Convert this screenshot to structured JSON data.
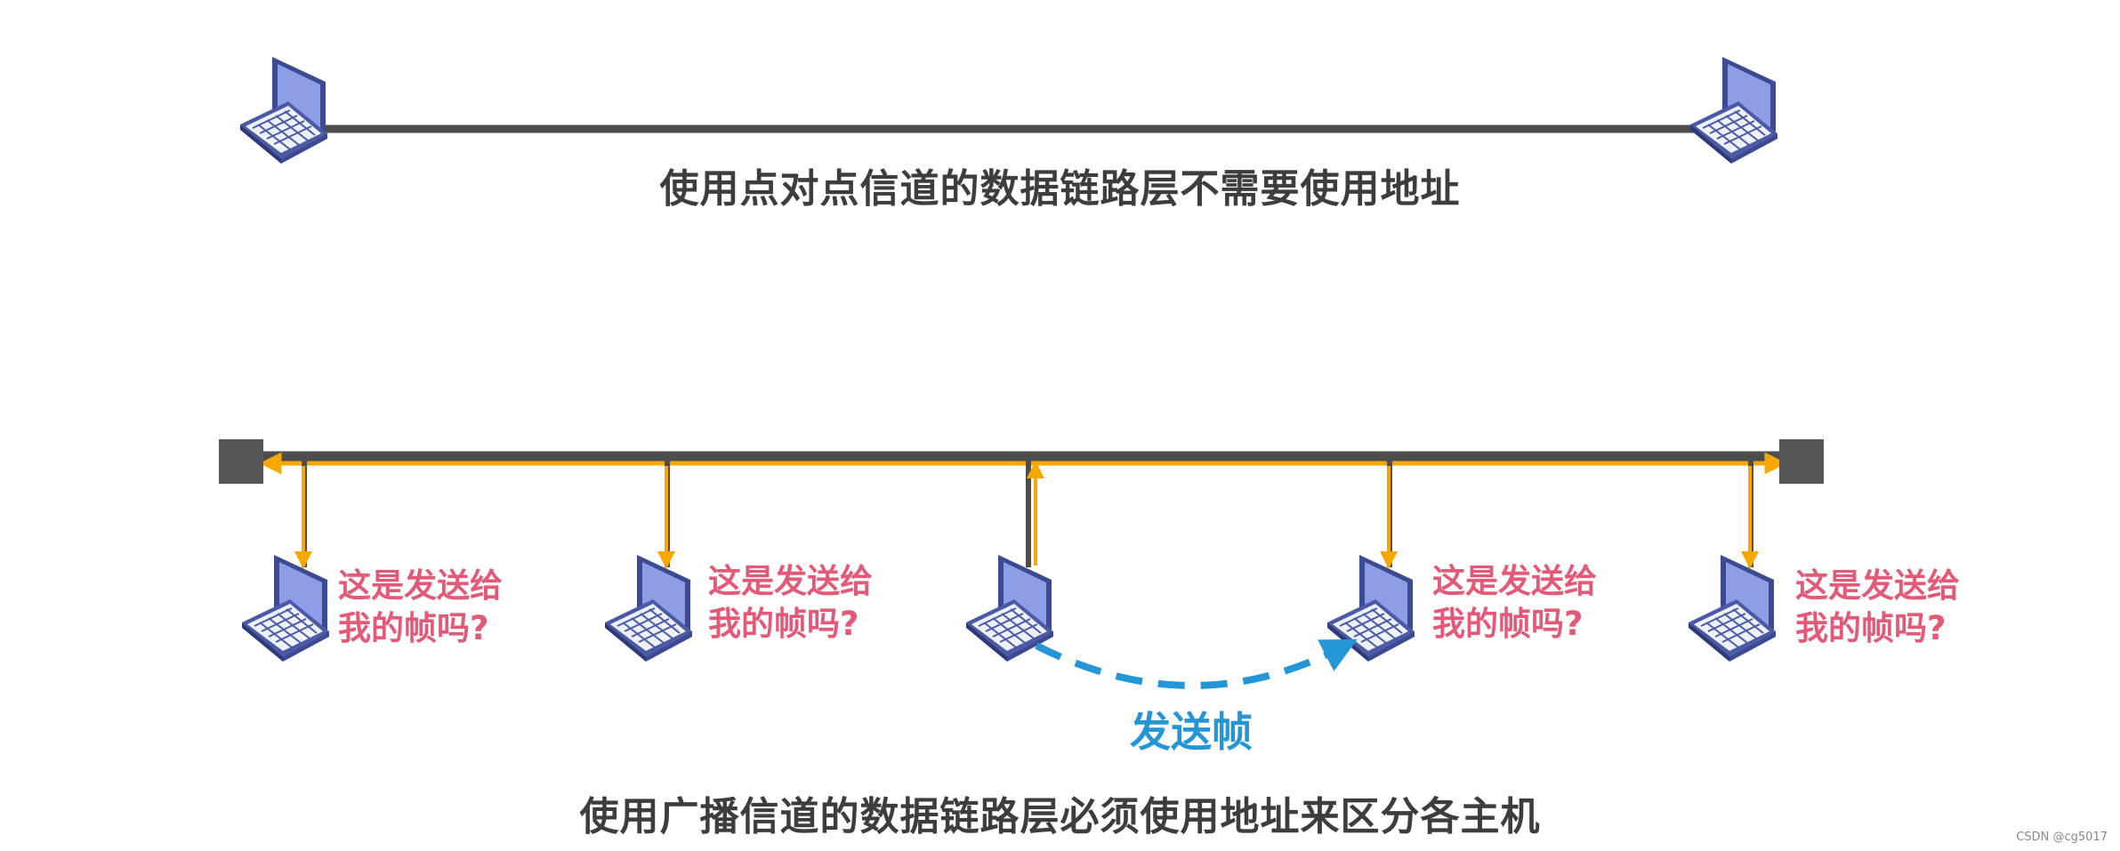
{
  "top": {
    "caption": "使用点对点信道的数据链路层不需要使用地址",
    "hosts": [
      "laptop-icon",
      "laptop-icon"
    ],
    "line_color": "#4d4d4d"
  },
  "bottom": {
    "caption": "使用广播信道的数据链路层必须使用地址来区分各主机",
    "bus_color": "#4d4d4d",
    "signal_color": "#f7a800",
    "terminator_color": "#555555",
    "question_line1": "这是发送给",
    "question_line2": "我的帧吗?",
    "question_color": "#e25a78",
    "send_label": "发送帧",
    "send_color": "#2596d5",
    "sender_host_index": 2,
    "host_count": 5
  },
  "watermark": "CSDN @cg5017"
}
